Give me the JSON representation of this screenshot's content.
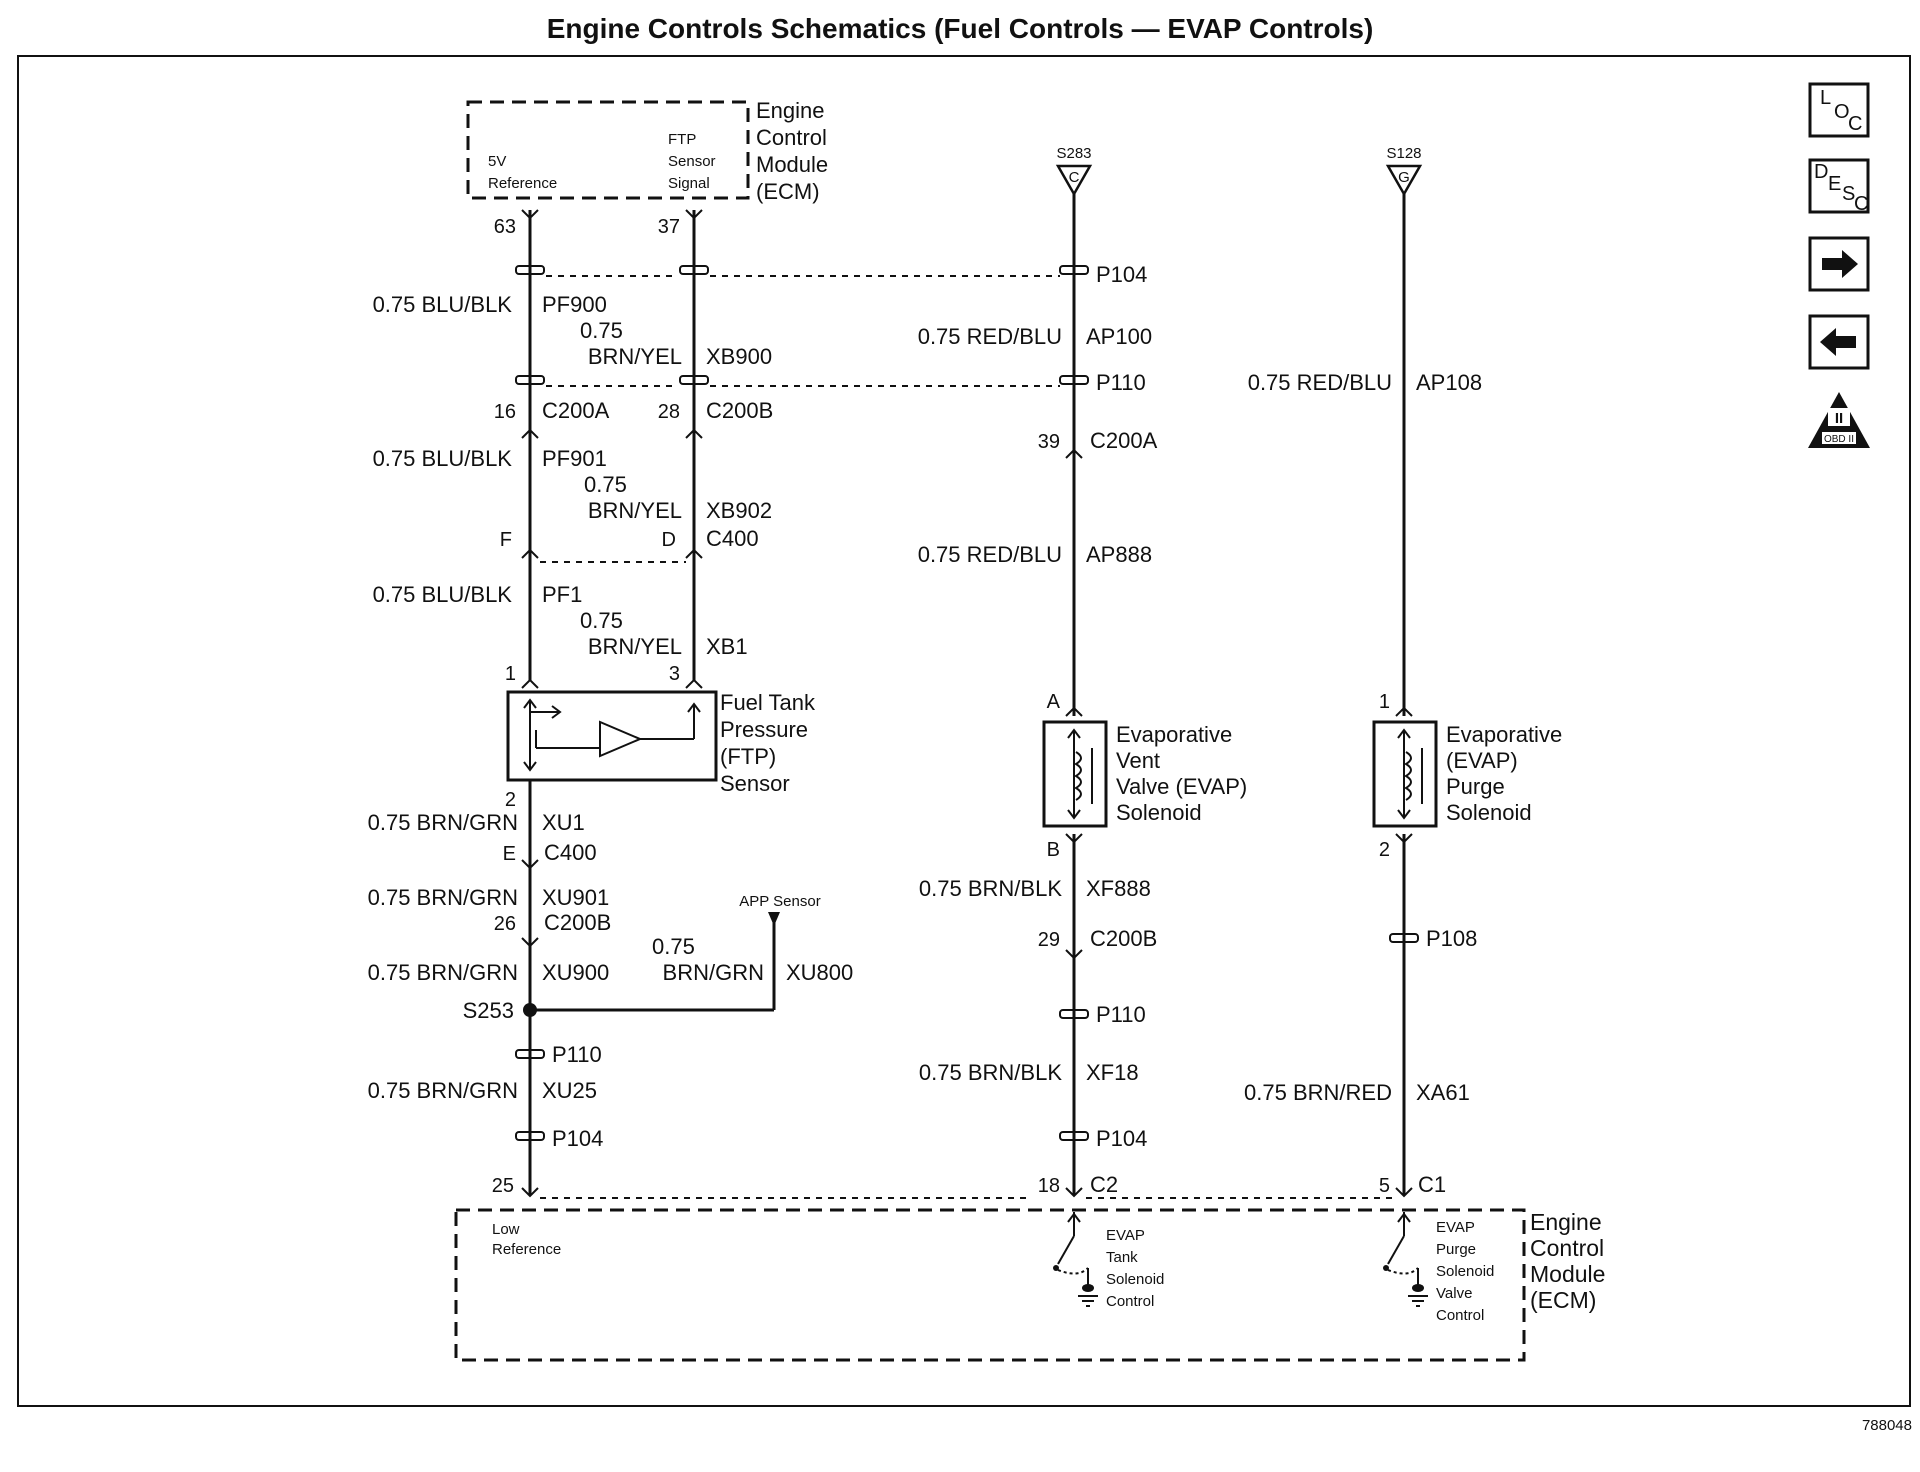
{
  "title": "Engine Controls Schematics (Fuel Controls — EVAP Controls)",
  "figure_id": "788048",
  "ecm_top": {
    "name_lines": [
      "Engine",
      "Control",
      "Module",
      "(ECM)"
    ],
    "pins": [
      {
        "label_lines": [
          "5V",
          "Reference"
        ],
        "pin": "63"
      },
      {
        "label_lines": [
          "FTP",
          "Sensor",
          "Signal"
        ],
        "pin": "37"
      }
    ]
  },
  "ecm_bottom": {
    "name_lines": [
      "Engine",
      "Control",
      "Module",
      "(ECM)"
    ],
    "low_reference_lines": [
      "Low",
      "Reference"
    ],
    "tank_control_lines": [
      "EVAP",
      "Tank",
      "Solenoid",
      "Control"
    ],
    "purge_control_lines": [
      "EVAP",
      "Purge",
      "Solenoid",
      "Valve",
      "Control"
    ]
  },
  "splices": {
    "s283": "S283",
    "s283_letter": "C",
    "s128": "S128",
    "s128_letter": "G",
    "s253": "S253",
    "app": "APP Sensor"
  },
  "wires_left": {
    "pf900": {
      "gauge_color": "0.75 BLU/BLK",
      "circuit": "PF900"
    },
    "xb900": {
      "gauge": "0.75",
      "color": "BRN/YEL",
      "circuit": "XB900"
    },
    "pf901": {
      "gauge_color": "0.75 BLU/BLK",
      "circuit": "PF901"
    },
    "xb902": {
      "gauge": "0.75",
      "color": "BRN/YEL",
      "circuit": "XB902"
    },
    "pf1": {
      "gauge_color": "0.75 BLU/BLK",
      "circuit": "PF1"
    },
    "xb1": {
      "gauge": "0.75",
      "color": "BRN/YEL",
      "circuit": "XB1"
    },
    "xu1": {
      "gauge_color": "0.75 BRN/GRN",
      "circuit": "XU1"
    },
    "xu901": {
      "gauge_color": "0.75 BRN/GRN",
      "circuit": "XU901"
    },
    "xu900": {
      "gauge_color": "0.75 BRN/GRN",
      "circuit": "XU900"
    },
    "xu800": {
      "gauge": "0.75",
      "color": "BRN/GRN",
      "circuit": "XU800"
    },
    "xu25": {
      "gauge_color": "0.75 BRN/GRN",
      "circuit": "XU25"
    }
  },
  "wires_mid": {
    "ap100": {
      "gauge_color": "0.75 RED/BLU",
      "circuit": "AP100"
    },
    "ap888": {
      "gauge_color": "0.75 RED/BLU",
      "circuit": "AP888"
    },
    "xf888": {
      "gauge_color": "0.75 BRN/BLK",
      "circuit": "XF888"
    },
    "xf18": {
      "gauge_color": "0.75 BRN/BLK",
      "circuit": "XF18"
    }
  },
  "wires_right": {
    "ap108": {
      "gauge_color": "0.75 RED/BLU",
      "circuit": "AP108"
    },
    "xa61": {
      "gauge_color": "0.75 BRN/RED",
      "circuit": "XA61"
    }
  },
  "connectors": {
    "p104": "P104",
    "p110": "P110",
    "p108": "P108",
    "c200a": "C200A",
    "c200b": "C200B",
    "c400": "C400",
    "c2": "C2",
    "c1": "C1"
  },
  "pins": {
    "p16": "16",
    "p28": "28",
    "pF": "F",
    "pD": "D",
    "p1": "1",
    "p3": "3",
    "p2": "2",
    "pE": "E",
    "p26": "26",
    "p25": "25",
    "p39": "39",
    "pA": "A",
    "pB": "B",
    "p29": "29",
    "p18": "18",
    "r1": "1",
    "r2": "2",
    "r5": "5"
  },
  "components": {
    "ftp_lines": [
      "Fuel Tank",
      "Pressure",
      "(FTP)",
      "Sensor"
    ],
    "vent_lines": [
      "Evaporative",
      "Vent",
      "Valve (EVAP)",
      "Solenoid"
    ],
    "purge_lines": [
      "Evaporative",
      "(EVAP)",
      "Purge",
      "Solenoid"
    ]
  },
  "nav_icons": {
    "loc": {
      "l1": "L",
      "l2": "O",
      "l3": "C"
    },
    "desc": {
      "l1": "D",
      "l2": "E",
      "l3": "S",
      "l4": "C"
    },
    "obd": {
      "roman": "II",
      "label": "OBD II"
    }
  }
}
